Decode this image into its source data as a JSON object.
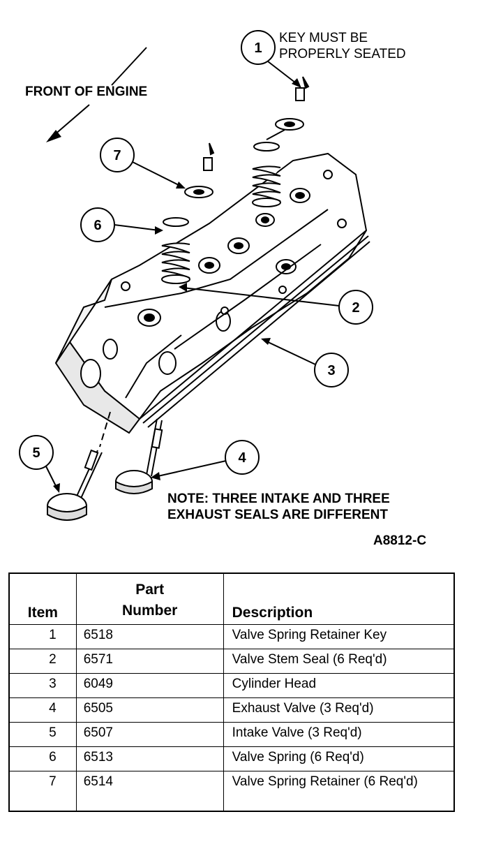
{
  "diagram": {
    "front_label": "FRONT OF ENGINE",
    "key_note": [
      "KEY MUST BE",
      "PROPERLY SEATED"
    ],
    "note": [
      "NOTE: THREE INTAKE AND THREE",
      "EXHAUST SEALS ARE DIFFERENT"
    ],
    "figure_id": "A8812-C",
    "callouts": [
      "1",
      "2",
      "3",
      "4",
      "5",
      "6",
      "7"
    ]
  },
  "table": {
    "headers": {
      "item": "Item",
      "part_line1": "Part",
      "part_line2": "Number",
      "description": "Description"
    },
    "rows": [
      {
        "item": "1",
        "part": "6518",
        "description": "Valve Spring Retainer Key"
      },
      {
        "item": "2",
        "part": "6571",
        "description": "Valve Stem Seal (6 Req'd)"
      },
      {
        "item": "3",
        "part": "6049",
        "description": "Cylinder Head"
      },
      {
        "item": "4",
        "part": "6505",
        "description": "Exhaust Valve (3 Req'd)"
      },
      {
        "item": "5",
        "part": "6507",
        "description": "Intake Valve (3 Req'd)"
      },
      {
        "item": "6",
        "part": "6513",
        "description": "Valve Spring (6 Req'd)"
      },
      {
        "item": "7",
        "part": "6514",
        "description": "Valve Spring Retainer (6 Req'd)"
      }
    ]
  }
}
